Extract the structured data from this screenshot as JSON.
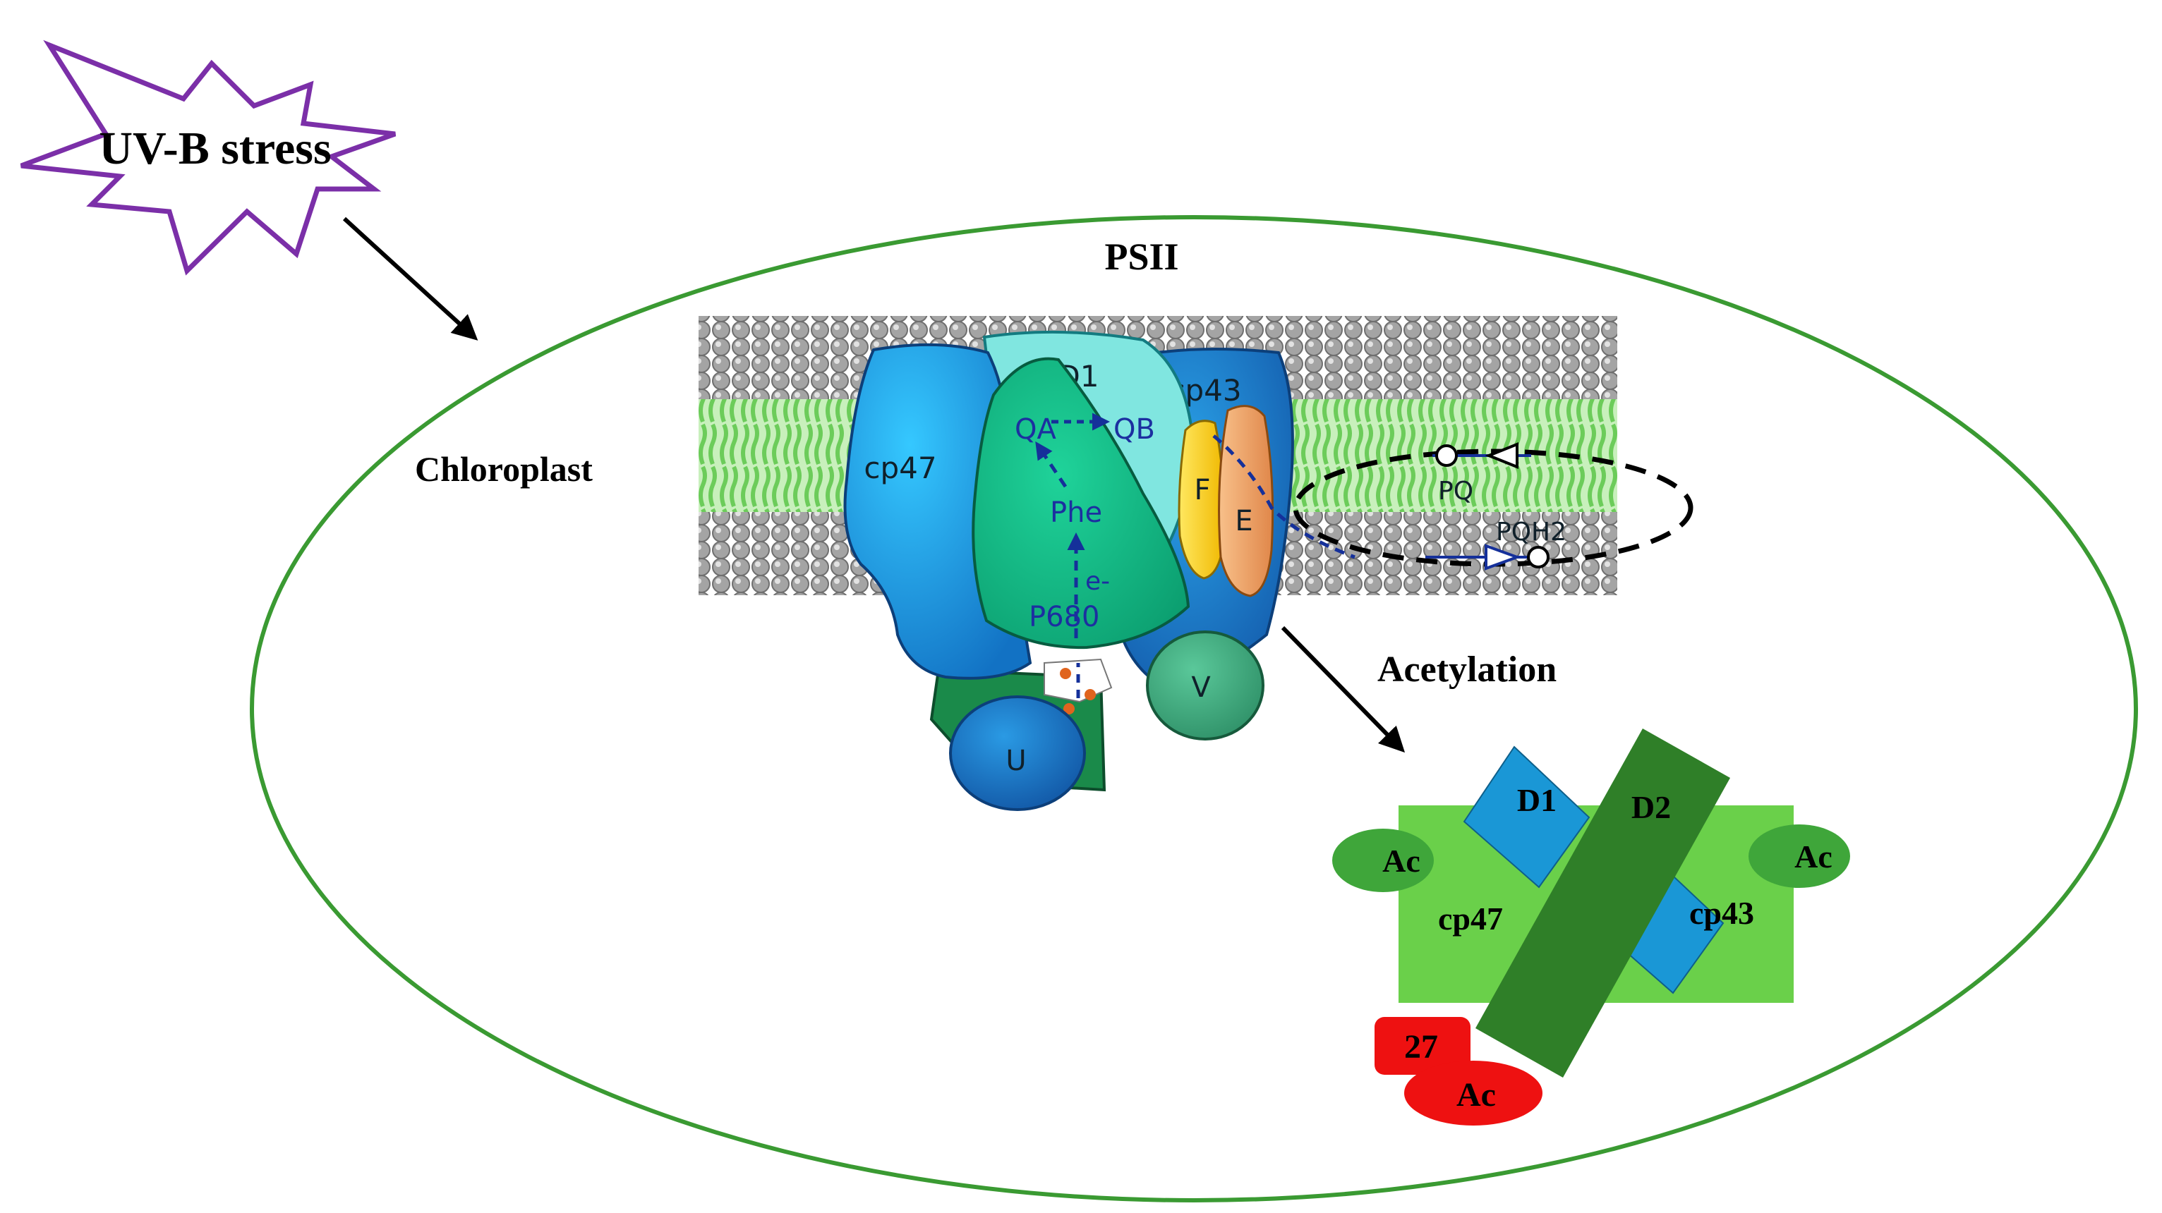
{
  "stimulus": {
    "label": "UV-B stress",
    "star_color": "#7b2fa8"
  },
  "compartment": {
    "label": "Chloroplast",
    "outline_color": "#3a9a32"
  },
  "psii": {
    "title": "PSII",
    "proteins": {
      "cp47": "cp47",
      "d1": "D1",
      "cp43": "cp43",
      "f": "F",
      "e": "E",
      "u": "U",
      "v": "V"
    },
    "electron_path": {
      "qa": "QA",
      "qb": "QB",
      "phe": "Phe",
      "e_minus": "e-",
      "p680": "P680"
    },
    "plastoquinone": {
      "pq": "PQ",
      "pqh2": "PQH2"
    }
  },
  "process": {
    "label": "Acetylation"
  },
  "complex": {
    "d1": "D1",
    "d2": "D2",
    "cp47": "cp47",
    "cp43": "cp43",
    "ac_left": "Ac",
    "ac_right": "Ac",
    "site_number": "27",
    "ac_site": "Ac"
  },
  "colors": {
    "membrane_green": "#9ee38c",
    "lipid_head_gray": "#9a9a9a",
    "cp47_blue": "#1e97e0",
    "d1_teal": "#00c08a",
    "d1_light": "#7fe6e0",
    "cp43_blue": "#1a74c8",
    "f_yellow": "#ffd21a",
    "e_orange": "#f2a35a",
    "square_green": "#6ad04a",
    "bar_dark_green": "#2f7f28",
    "diamond_blue": "#1a97d6",
    "ac_green": "#3fa63a",
    "ac_red": "#ee1111",
    "electron_arrow": "#15309a"
  }
}
